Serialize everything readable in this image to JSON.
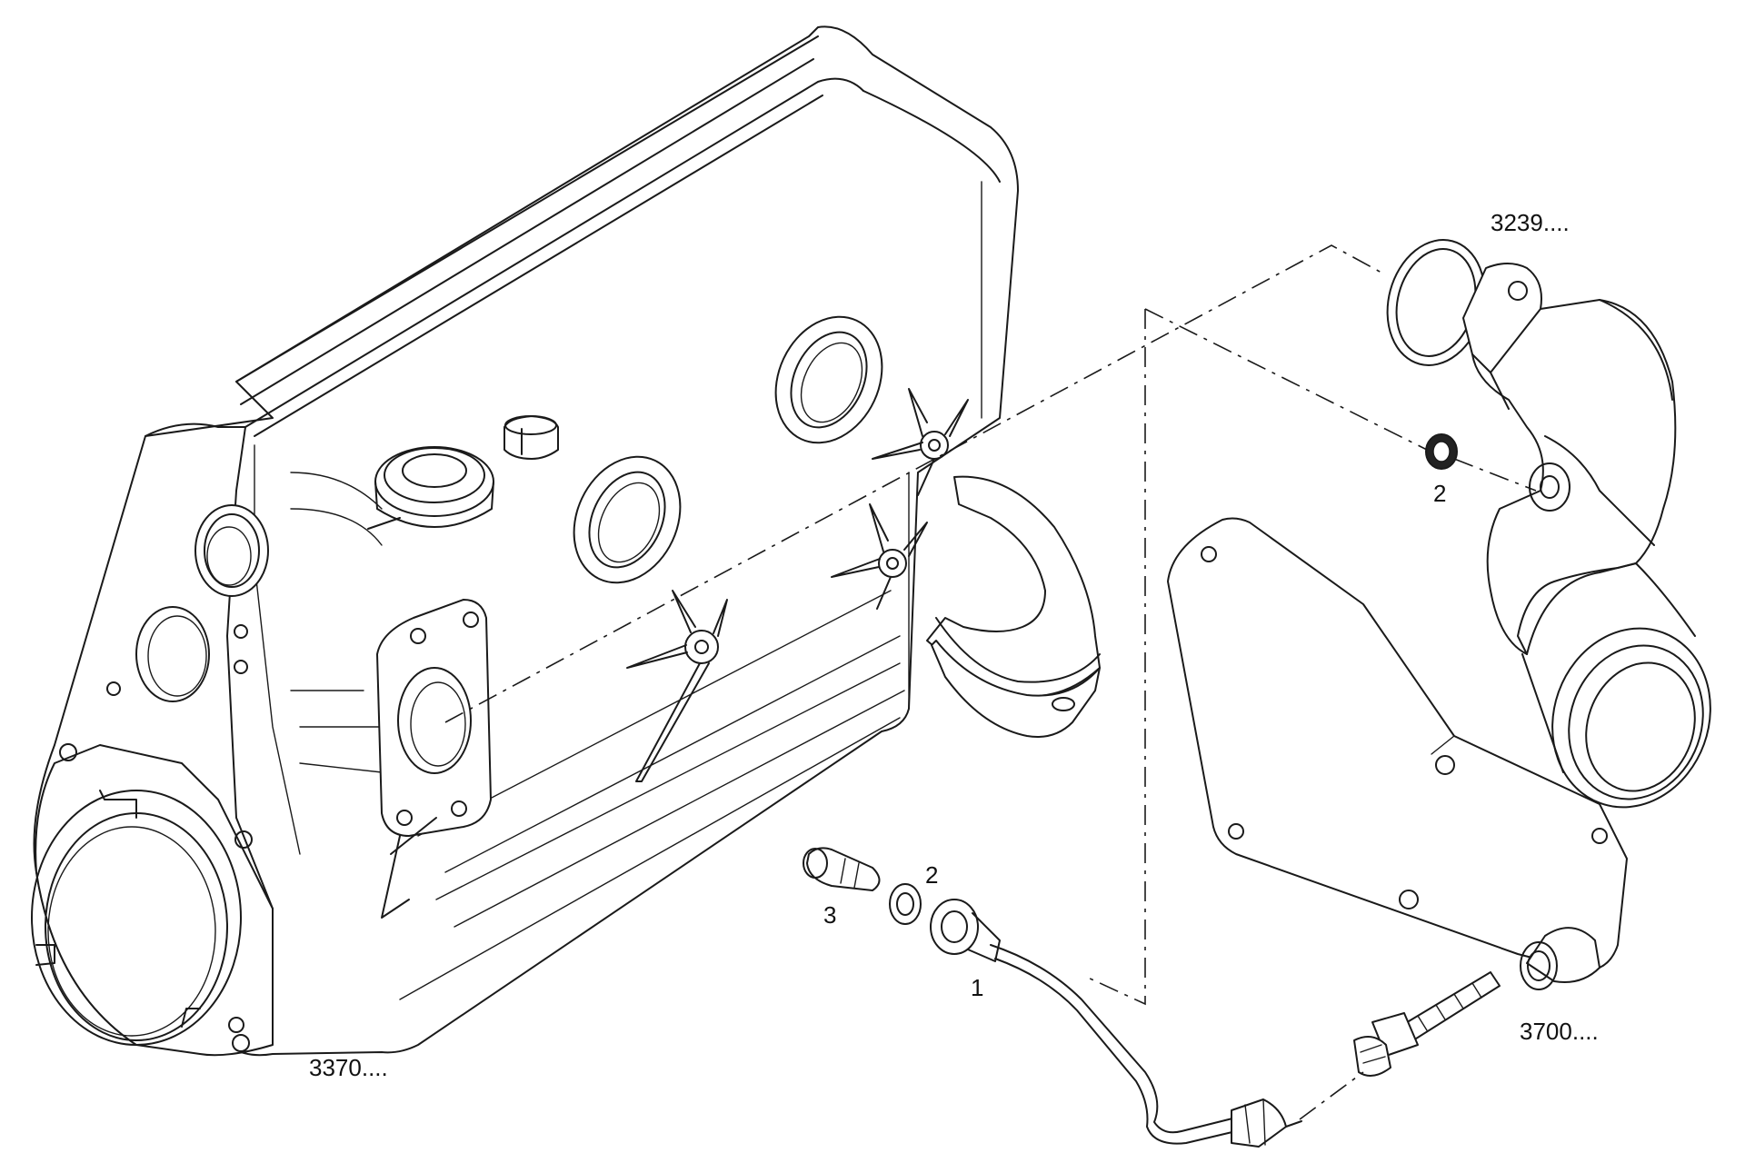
{
  "diagram": {
    "labels": {
      "cylinder_head": "3370....",
      "exhaust_manifold": "3239....",
      "turbo_bracket": "3700....",
      "pipe": "1",
      "washer_upper": "2",
      "washer_lower": "2",
      "banjo_bolt": "3"
    }
  },
  "colors": {
    "line": "#1a1a1a",
    "background": "#ffffff"
  }
}
